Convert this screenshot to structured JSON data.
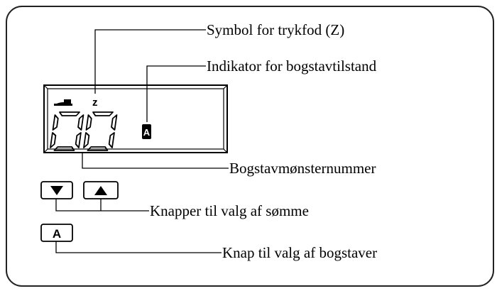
{
  "diagram": {
    "display": {
      "pressure_foot_symbol": "z",
      "pattern_number": "00",
      "letter_mode_indicator": "A"
    },
    "buttons": {
      "down": {
        "icon": "triangle-down-icon"
      },
      "up": {
        "icon": "triangle-up-icon"
      },
      "letter": {
        "label": "A"
      }
    },
    "callouts": {
      "pressure_foot_symbol": "Symbol for trykfod (Z)",
      "letter_mode_indicator": "Indikator for bogstavtilstand",
      "pattern_number": "Bogstavmønsternummer",
      "stitch_buttons": "Knapper til valg af sømme",
      "letter_button": "Knap til valg af bogstaver"
    }
  }
}
